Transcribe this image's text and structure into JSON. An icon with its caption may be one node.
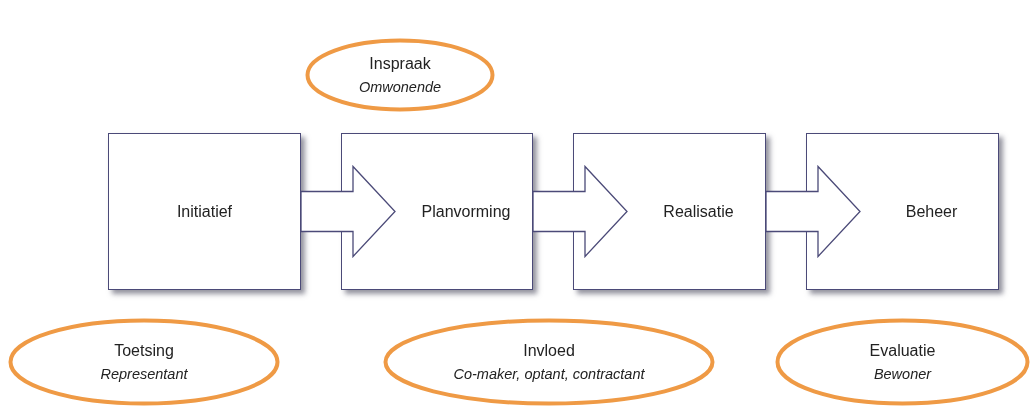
{
  "diagram": {
    "nodes": [
      {
        "text": [
          "Inspraak",
          "Omwonende"
        ]
      },
      {
        "text": [
          "Initiatief"
        ]
      },
      {
        "text": [
          "Planvorming"
        ]
      },
      {
        "text": [
          "Realisatie"
        ]
      },
      {
        "text": [
          "Beheer"
        ]
      },
      {
        "text": [
          "Toetsing",
          "Representant"
        ]
      },
      {
        "text": [
          "Invloed",
          "Co-maker, optant, contractant"
        ]
      },
      {
        "text": [
          "Evaluatie",
          "Bewoner"
        ]
      }
    ],
    "edges": [
      {
        "from": 1,
        "to": 2,
        "arrow": "to"
      },
      {
        "from": 2,
        "to": 3,
        "arrow": "to"
      },
      {
        "from": 3,
        "to": 4,
        "arrow": "to"
      }
    ]
  }
}
